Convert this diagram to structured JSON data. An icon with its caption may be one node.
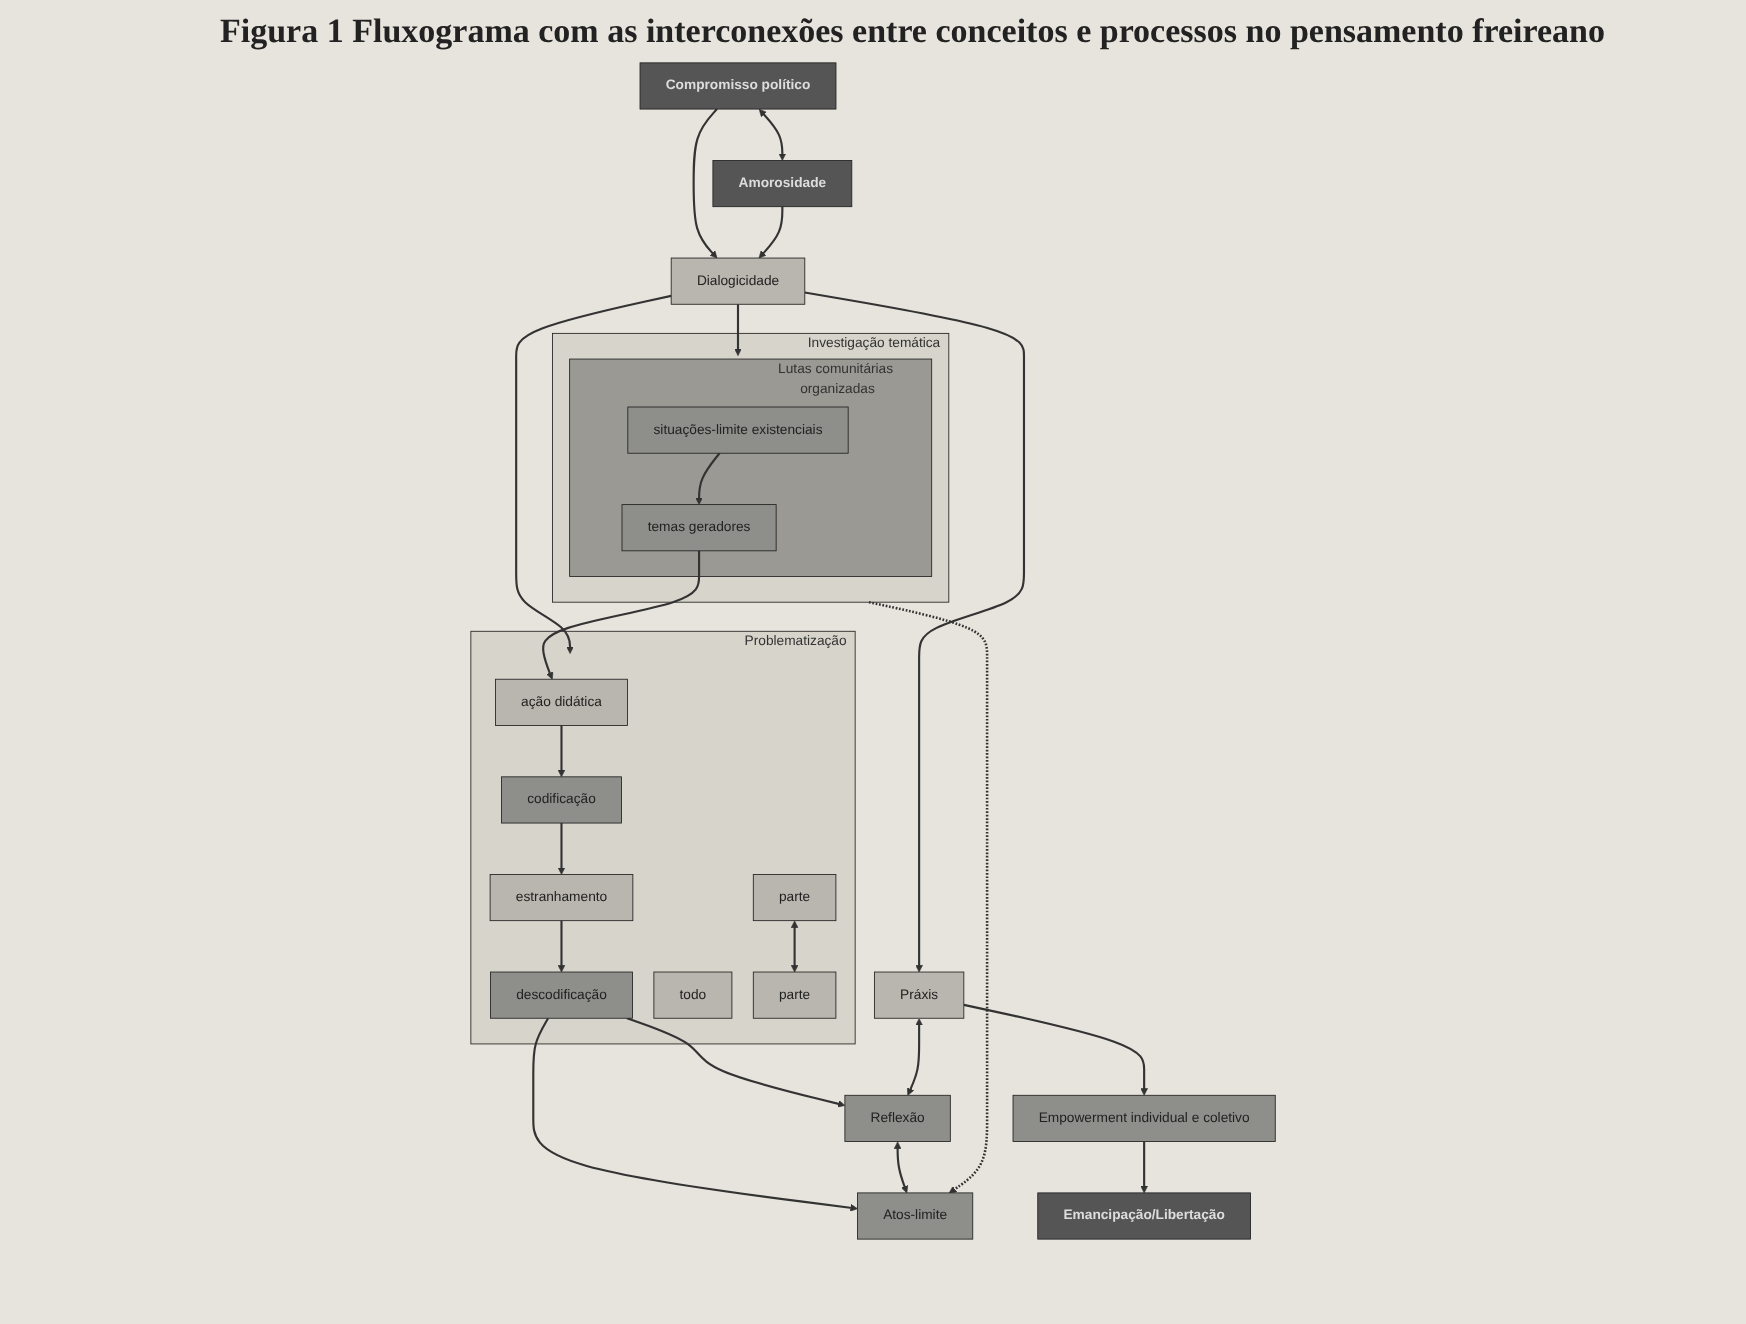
{
  "diagram": {
    "title": "Figura 1 Fluxograma com as interconexões entre conceitos e processos no pensamento freireano",
    "nodes": [
      {
        "text": [
          "Compromisso político"
        ]
      },
      {
        "text": [
          "Amorosidade"
        ]
      },
      {
        "text": [
          "Investigação temática"
        ]
      },
      {
        "text": [
          "Lutas comunitárias organizadas"
        ],
        "in": 2
      },
      {
        "text": [
          "situações-limite existenciais"
        ],
        "in": 3
      },
      {
        "text": [
          "temas geradores"
        ],
        "in": 3
      },
      {
        "text": [
          "Problematização"
        ]
      },
      {
        "text": [
          "ação didática"
        ],
        "in": 6
      },
      {
        "text": [
          "codificação"
        ],
        "in": 6
      },
      {
        "text": [
          "estranhamento"
        ],
        "in": 6
      },
      {
        "text": [
          "descodificação"
        ],
        "in": 6
      },
      {
        "text": [
          "parte"
        ],
        "in": 6
      },
      {
        "text": [
          "todo"
        ],
        "in": 6
      },
      {
        "text": [
          "parte"
        ],
        "in": 6
      },
      {
        "text": [
          "Dialogicidade"
        ]
      },
      {
        "text": [
          "Reflexão"
        ]
      },
      {
        "text": [
          "Práxis"
        ]
      },
      {
        "text": [
          "Atos-limite"
        ]
      },
      {
        "text": [
          "Empowerment individual e coletivo"
        ]
      },
      {
        "text": [
          "Emancipação/Libertação"
        ]
      }
    ],
    "edges": [
      {
        "from": 0,
        "to": 1,
        "arrow": "both"
      },
      {
        "from": 0,
        "to": 14,
        "arrow": "to"
      },
      {
        "from": 1,
        "to": 14,
        "arrow": "to"
      },
      {
        "from": 14,
        "to": 2,
        "arrow": "to"
      },
      {
        "from": 14,
        "to": 16,
        "arrow": "to"
      },
      {
        "from": 14,
        "to": 6,
        "arrow": "to"
      },
      {
        "from": 4,
        "to": 5,
        "arrow": "to"
      },
      {
        "from": 5,
        "to": 7,
        "arrow": "to"
      },
      {
        "from": 7,
        "to": 8,
        "arrow": "to"
      },
      {
        "from": 8,
        "to": 9,
        "arrow": "to"
      },
      {
        "from": 9,
        "to": 10,
        "arrow": "to"
      },
      {
        "from": 11,
        "to": 13,
        "arrow": "both"
      },
      {
        "from": 10,
        "to": 15,
        "arrow": "to"
      },
      {
        "from": 10,
        "to": 17,
        "arrow": "to"
      },
      {
        "from": 15,
        "to": 17,
        "arrow": "both"
      },
      {
        "from": 16,
        "to": 15,
        "arrow": "both"
      },
      {
        "from": 2,
        "to": 17,
        "arrow": "to",
        "style": "dashed"
      },
      {
        "from": 16,
        "to": 18,
        "arrow": "to"
      },
      {
        "from": 18,
        "to": 19,
        "arrow": "to"
      }
    ]
  }
}
